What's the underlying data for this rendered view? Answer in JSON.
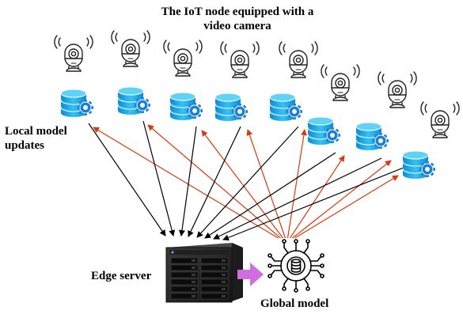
{
  "labels": {
    "iot_node_line1": "The IoT node equipped with a",
    "iot_node_line2": "video camera",
    "local_updates_line1": "Local model",
    "local_updates_line2": "updates",
    "edge_server": "Edge server",
    "global_model": "Global model"
  },
  "node_count": 8,
  "colors": {
    "upload_arrow": "#000000",
    "broadcast_arrow": "#d93a10",
    "transfer_arrow": "#cf6ee0",
    "database": "#1a9fe0",
    "gear": "#1a7fd8",
    "camera_stroke": "#222222",
    "server_body": "#262626"
  },
  "icons": {
    "camera": "webcam-icon",
    "database": "database-gear-icon",
    "server": "nas-server-icon",
    "model": "ai-chip-icon"
  }
}
